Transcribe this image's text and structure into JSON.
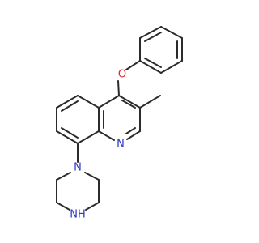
{
  "colors": {
    "bond": "#2b2b2b",
    "oxygen": "#e0262a",
    "nitrogen": "#2a36c8",
    "background": "#ffffff"
  },
  "atoms": {
    "oxygen_label": "O",
    "quinoline_nitrogen_label": "N",
    "piperazine_n1_label": "N",
    "piperazine_n4_label": "NH"
  }
}
